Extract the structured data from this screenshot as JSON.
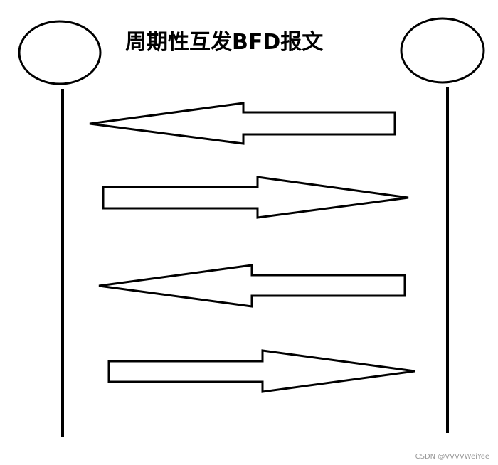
{
  "diagram": {
    "title": "周期性互发BFD报文",
    "watermark": "CSDN @VVVVWeiYee",
    "nodes": [
      {
        "name": "left-node",
        "label": ""
      },
      {
        "name": "right-node",
        "label": ""
      }
    ],
    "messages": [
      {
        "direction": "right-to-left"
      },
      {
        "direction": "left-to-right"
      },
      {
        "direction": "right-to-left"
      },
      {
        "direction": "left-to-right"
      }
    ],
    "colors": {
      "stroke": "#000000",
      "fill": "#ffffff",
      "watermark": "#9a9a9a"
    }
  }
}
